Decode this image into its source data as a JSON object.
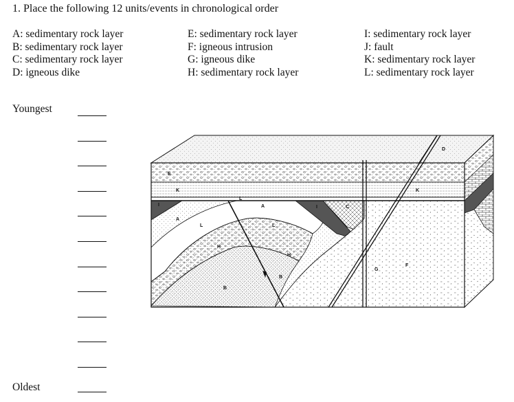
{
  "question": "1. Place the following 12 units/events in chronological order",
  "units": [
    [
      "A: sedimentary rock layer",
      "B: sedimentary rock layer",
      "C: sedimentary rock layer",
      "D: igneous dike"
    ],
    [
      "E: sedimentary rock layer",
      "F: igneous intrusion",
      "G: igneous dike",
      "H: sedimentary rock layer"
    ],
    [
      "I: sedimentary rock layer",
      "J: fault",
      "K: sedimentary rock layer",
      "L: sedimentary rock layer"
    ]
  ],
  "youngest_label": "Youngest",
  "oldest_label": "Oldest",
  "blank_count": 12,
  "diagram_labels": {
    "E": "E",
    "K": "K",
    "K2": "K",
    "D": "D",
    "A": "A",
    "A2": "A",
    "L": "L",
    "L2": "L",
    "L3": "L",
    "H": "H",
    "H2": "H",
    "B": "B",
    "B2": "B",
    "I": "I",
    "I2": "I",
    "C": "C",
    "G": "G",
    "F": "F"
  }
}
